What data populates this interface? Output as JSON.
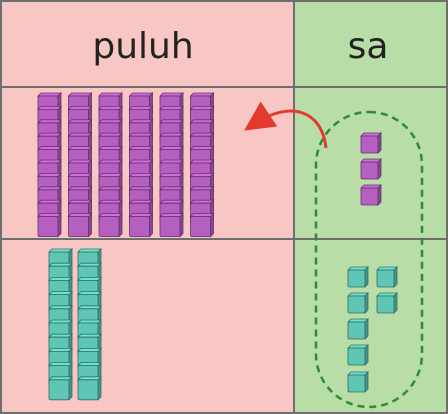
{
  "columns": {
    "tens_label": "puluh",
    "ones_label": "sa"
  },
  "rows": [
    {
      "tens_rods": 6,
      "ones_cubes": 3,
      "color": "#B55FC0"
    },
    {
      "tens_rods": 2,
      "ones_cubes": 7,
      "color": "#5FC6B5"
    }
  ],
  "colors": {
    "tens_bg": "#F8C7C4",
    "ones_bg": "#B9DDA7",
    "grid": "#6E6E6E",
    "arrow": "#E23B2E",
    "group_outline": "#2E8B3A",
    "purple": "#B55FC0",
    "teal": "#5FC6B5"
  }
}
